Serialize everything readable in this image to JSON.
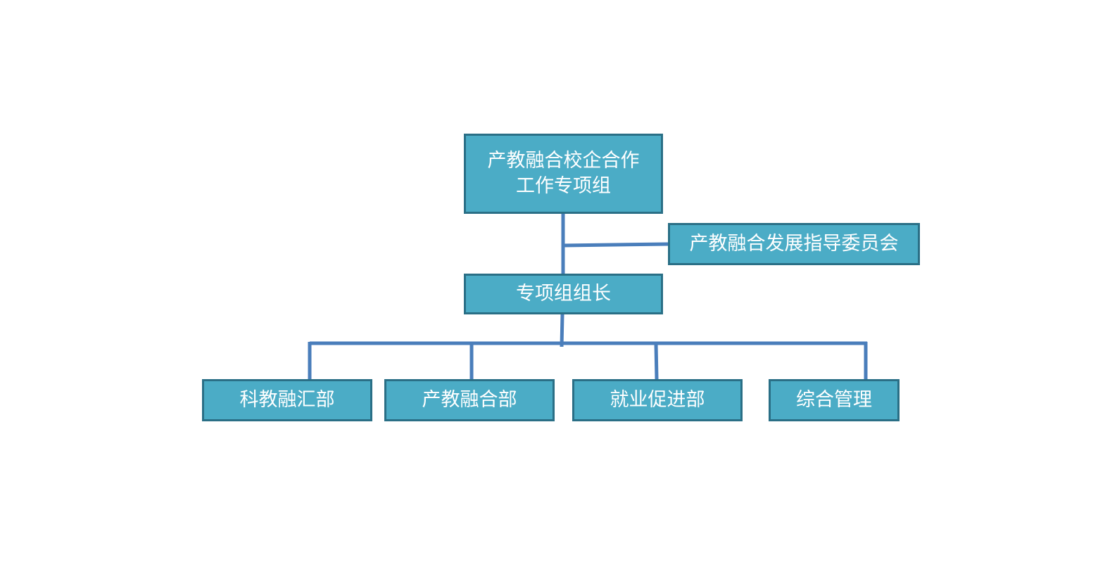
{
  "colors": {
    "box_fill": "#4bacc6",
    "box_border": "#2a6f86",
    "connector": "#4a7ebb",
    "text": "#ffffff"
  },
  "org_chart": {
    "top": "产教融合校企合作\n工作专项组",
    "advisory": "产教融合发展指导委员会",
    "leader": "专项组组长",
    "departments": [
      "科教融汇部",
      "产教融合部",
      "就业促进部",
      "综合管理"
    ]
  }
}
